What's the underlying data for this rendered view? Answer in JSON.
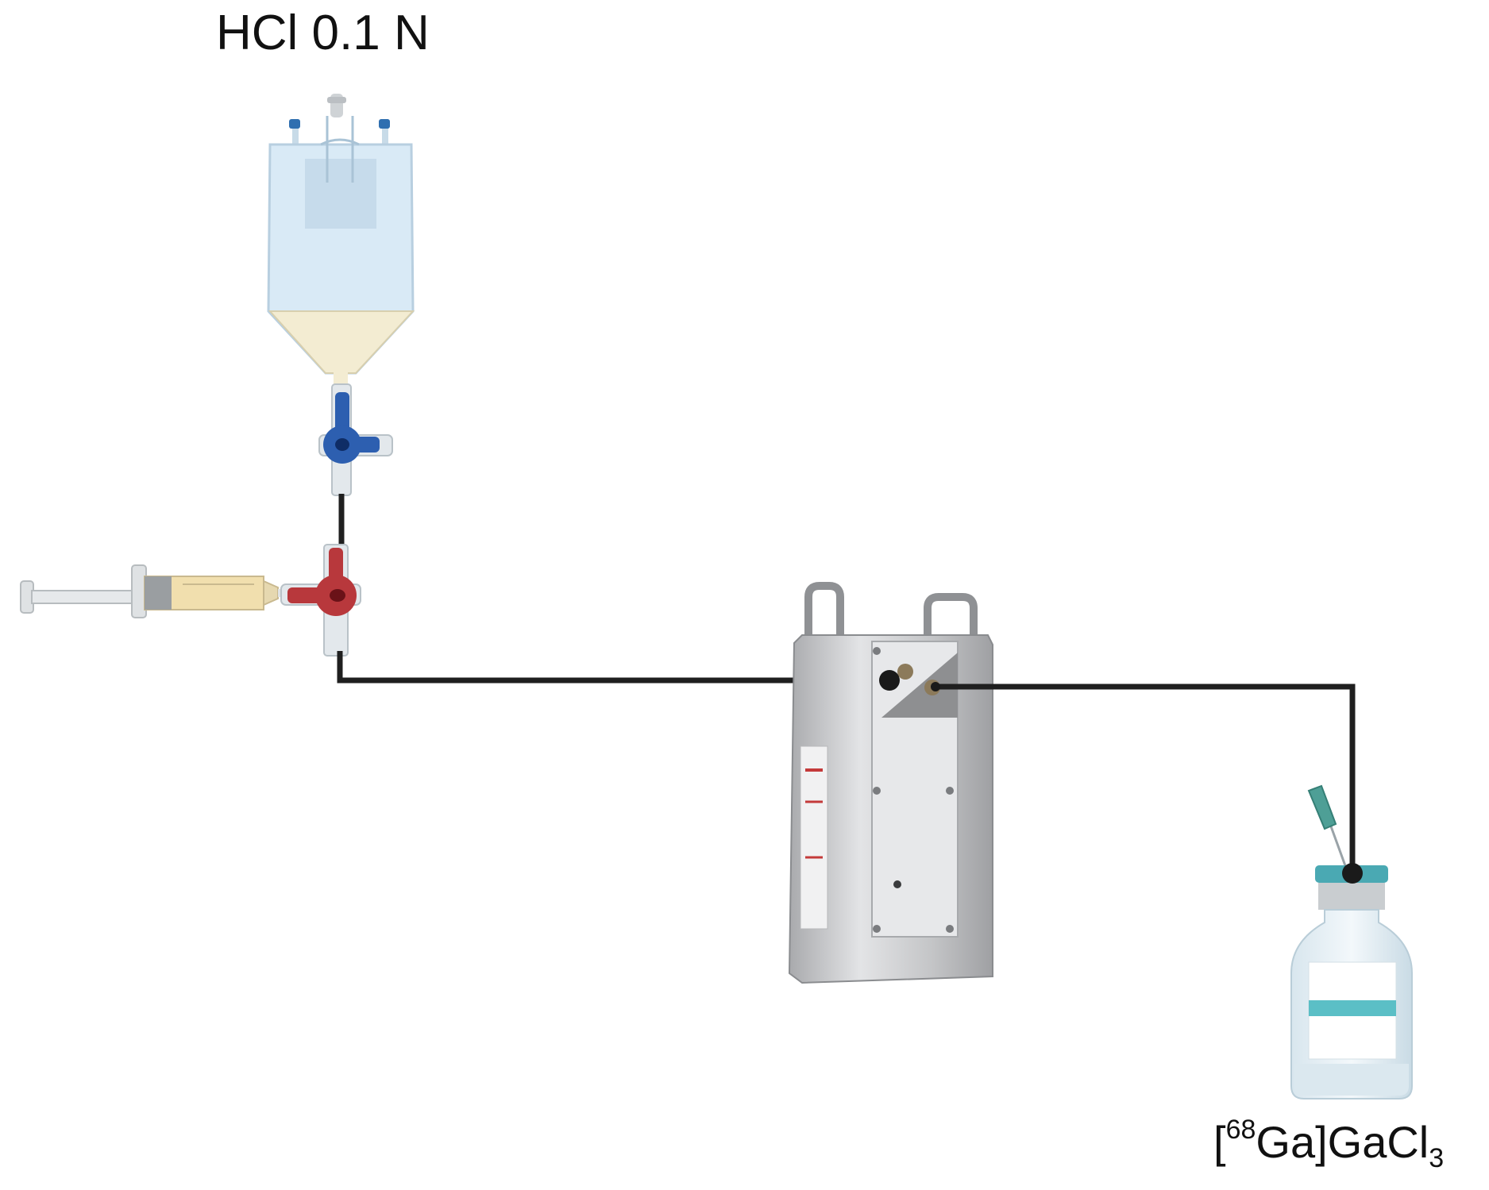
{
  "labels": {
    "source": "HCl 0.1 N",
    "product": {
      "open": "[",
      "isotope": "68",
      "element": "Ga]GaCl",
      "subscript": "3"
    }
  },
  "colors": {
    "tubing": "#1f1f1f",
    "bag": "#d6e8f5",
    "bag_fluid": "#f3ecd2",
    "stopcock_top": "#2d5fb0",
    "stopcock_bottom": "#b8383c",
    "syringe_fluid": "#f1dfae",
    "generator_body": "#c9cacc",
    "vial_cap": "#4aa9b3",
    "vial_stripe": "#5bbfc6",
    "needle_hub": "#4e9f96"
  },
  "icons": [
    "iv-bag-icon",
    "stopcock-icon",
    "syringe-icon",
    "generator-icon",
    "vial-icon",
    "needle-icon"
  ]
}
